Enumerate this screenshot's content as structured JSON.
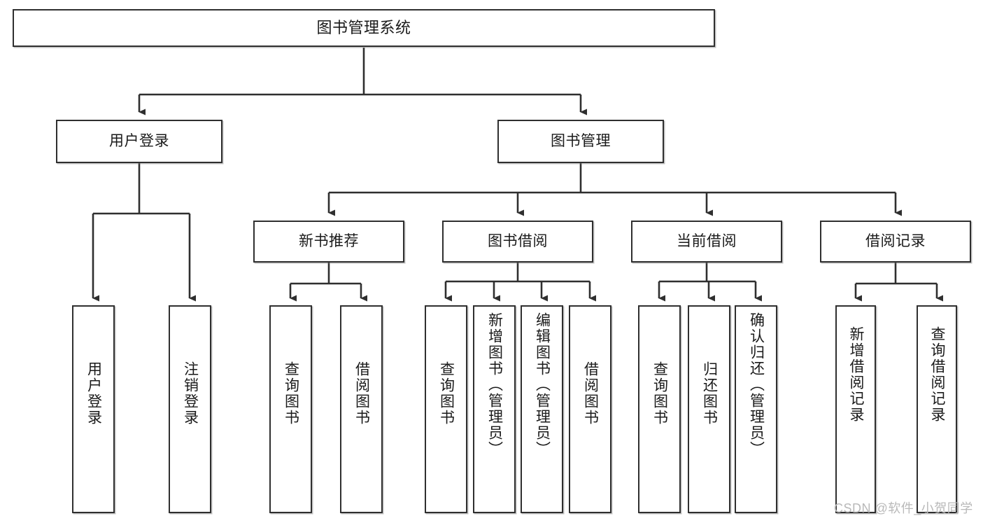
{
  "diagram": {
    "title": "图书管理系统",
    "type": "hierarchy-tree",
    "colors": {
      "box_border": "#2f2f2f",
      "box_fill": "#ffffff",
      "connector": "#2f2f2f",
      "watermark": "#b9b9b9",
      "background": "#ffffff"
    },
    "nodes": {
      "root": {
        "label": "图书管理系统"
      },
      "level2": [
        {
          "id": "user-login",
          "label": "用户登录"
        },
        {
          "id": "book-management",
          "label": "图书管理"
        }
      ],
      "level3": [
        {
          "id": "new-book-recommend",
          "label": "新书推荐"
        },
        {
          "id": "book-borrow",
          "label": "图书借阅"
        },
        {
          "id": "current-borrow",
          "label": "当前借阅"
        },
        {
          "id": "borrow-record",
          "label": "借阅记录"
        }
      ],
      "leaves": {
        "user_login": [
          {
            "id": "leaf-user-login",
            "label": "用户登录"
          },
          {
            "id": "leaf-user-logout",
            "label": "注销登录"
          }
        ],
        "new_book_recommend": [
          {
            "id": "leaf-query-book-1",
            "label": "查询图书"
          },
          {
            "id": "leaf-borrow-book-1",
            "label": "借阅图书"
          }
        ],
        "book_borrow": [
          {
            "id": "leaf-query-book-2",
            "label": "查询图书"
          },
          {
            "id": "leaf-add-book",
            "label": "新增图书（管理员）"
          },
          {
            "id": "leaf-edit-book",
            "label": "编辑图书（管理员）"
          },
          {
            "id": "leaf-borrow-book-2",
            "label": "借阅图书"
          }
        ],
        "current_borrow": [
          {
            "id": "leaf-query-book-3",
            "label": "查询图书"
          },
          {
            "id": "leaf-return-book",
            "label": "归还图书"
          },
          {
            "id": "leaf-confirm-return",
            "label": "确认归还（管理员）"
          }
        ],
        "borrow_record": [
          {
            "id": "leaf-add-record",
            "label": "新增借阅记录"
          },
          {
            "id": "leaf-query-record",
            "label": "查询借阅记录"
          }
        ]
      }
    },
    "watermark": "CSDN @软件_小贺同学"
  }
}
